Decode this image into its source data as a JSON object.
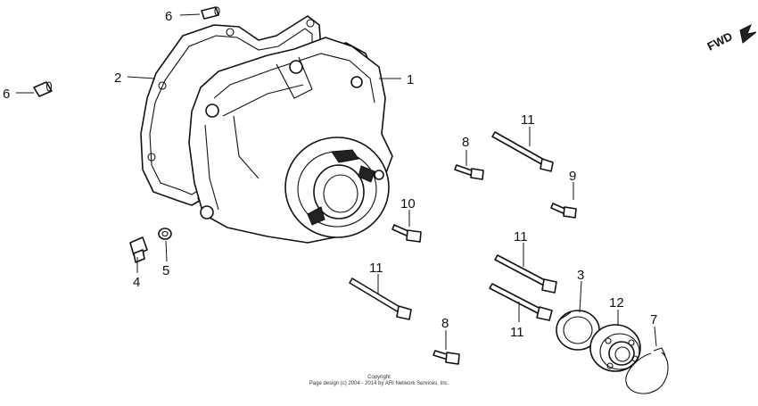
{
  "diagram": {
    "direction_marker": "FWD",
    "callouts": {
      "c1": "1",
      "c2": "2",
      "c3": "3",
      "c4": "4",
      "c5": "5",
      "c6a": "6",
      "c6b": "6",
      "c7": "7",
      "c8a": "8",
      "c8b": "8",
      "c9": "9",
      "c10": "10",
      "c11a": "11",
      "c11b": "11",
      "c11c": "11",
      "c11d": "11",
      "c12": "12"
    }
  },
  "footer": {
    "line1": "Copyright",
    "line2": "Page design (c) 2004 - 2014 by ARI Network Services, Inc."
  }
}
